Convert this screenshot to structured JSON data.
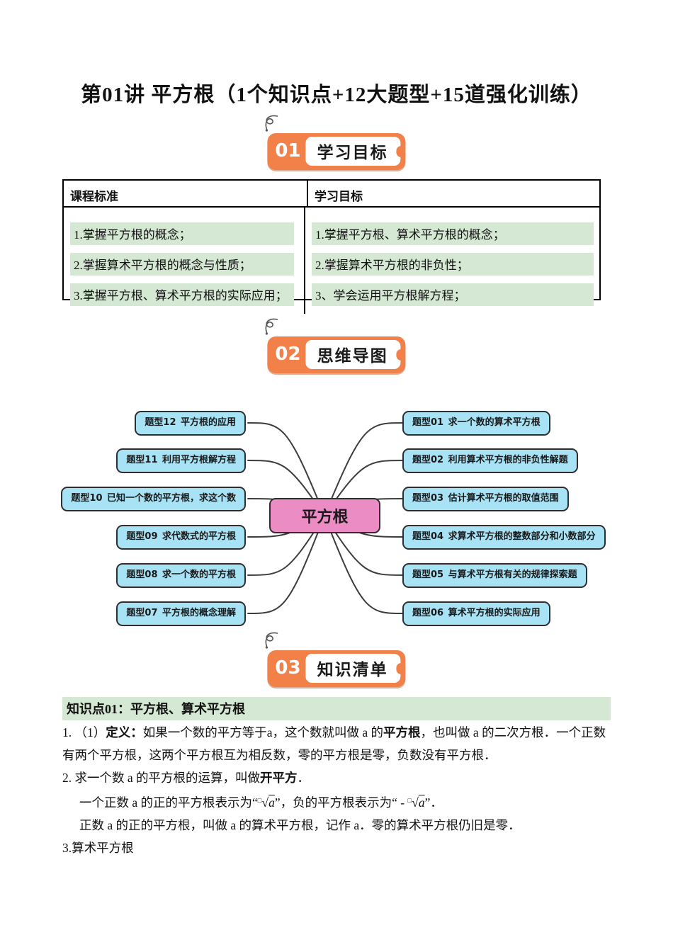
{
  "page": {
    "title": "第01讲 平方根（1个知识点+12大题型+15道强化训练）"
  },
  "colors": {
    "accent_orange": "#F28049",
    "node_blue": "#A7E2F5",
    "center_pink": "#EB8CC5",
    "highlight_green": "#D5E8D3"
  },
  "sections": {
    "s1": {
      "num": "01",
      "label": "学习目标"
    },
    "s2": {
      "num": "02",
      "label": "思维导图"
    },
    "s3": {
      "num": "03",
      "label": "知识清单"
    }
  },
  "table": {
    "headers": [
      "课程标准",
      "学习目标"
    ],
    "col1": [
      "1.掌握平方根的概念；",
      "2.掌握算术平方根的概念与性质；",
      "3.掌握平方根、算术平方根的实际应用；"
    ],
    "col2": [
      "1.掌握平方根、算术平方根的概念；",
      "2.掌握算术平方根的非负性；",
      "3、学会运用平方根解方程；"
    ]
  },
  "mindmap": {
    "center": "平方根",
    "left": [
      "题型12 平方根的应用",
      "题型11 利用平方根解方程",
      "题型10 已知一个数的平方根，求这个数",
      "题型09 求代数式的平方根",
      "题型08 求一个数的平方根",
      "题型07 平方根的概念理解"
    ],
    "right": [
      "题型01 求一个数的算术平方根",
      "题型02 利用算术平方根的非负性解题",
      "题型03 估计算术平方根的取值范围",
      "题型04 求算术平方根的整数部分和小数部分",
      "题型05 与算术平方根有关的规律探索题",
      "题型06 算术平方根的实际应用"
    ]
  },
  "knowledge": {
    "header": "知识点01：平方根、算术平方根",
    "p1": {
      "s1": "1. （1）",
      "s2": "定义：",
      "s3": "如果一个数的平方等于a，这个数就叫做 a 的",
      "s4": "平方根",
      "s5": "，也叫做 a 的二次方根．一个正数有两个平方根，这两个平方根互为相反数，零的平方根是零，负数没有平方根．"
    },
    "p2": {
      "s1": "2. 求一个数 a 的平方根的运算，叫做",
      "s2": "开平方",
      "s3": "．"
    },
    "p3": {
      "s1": "一个正数 a 的正的平方根表示为“",
      "rad1": "a",
      "s2": "”，负的平方根表示为“ - ",
      "rad2": "a",
      "s3": "”．"
    },
    "p4": "正数 a 的正的平方根，叫做 a 的算术平方根，记作 a．零的算术平方根仍旧是零．",
    "p5": "3.算术平方根"
  }
}
